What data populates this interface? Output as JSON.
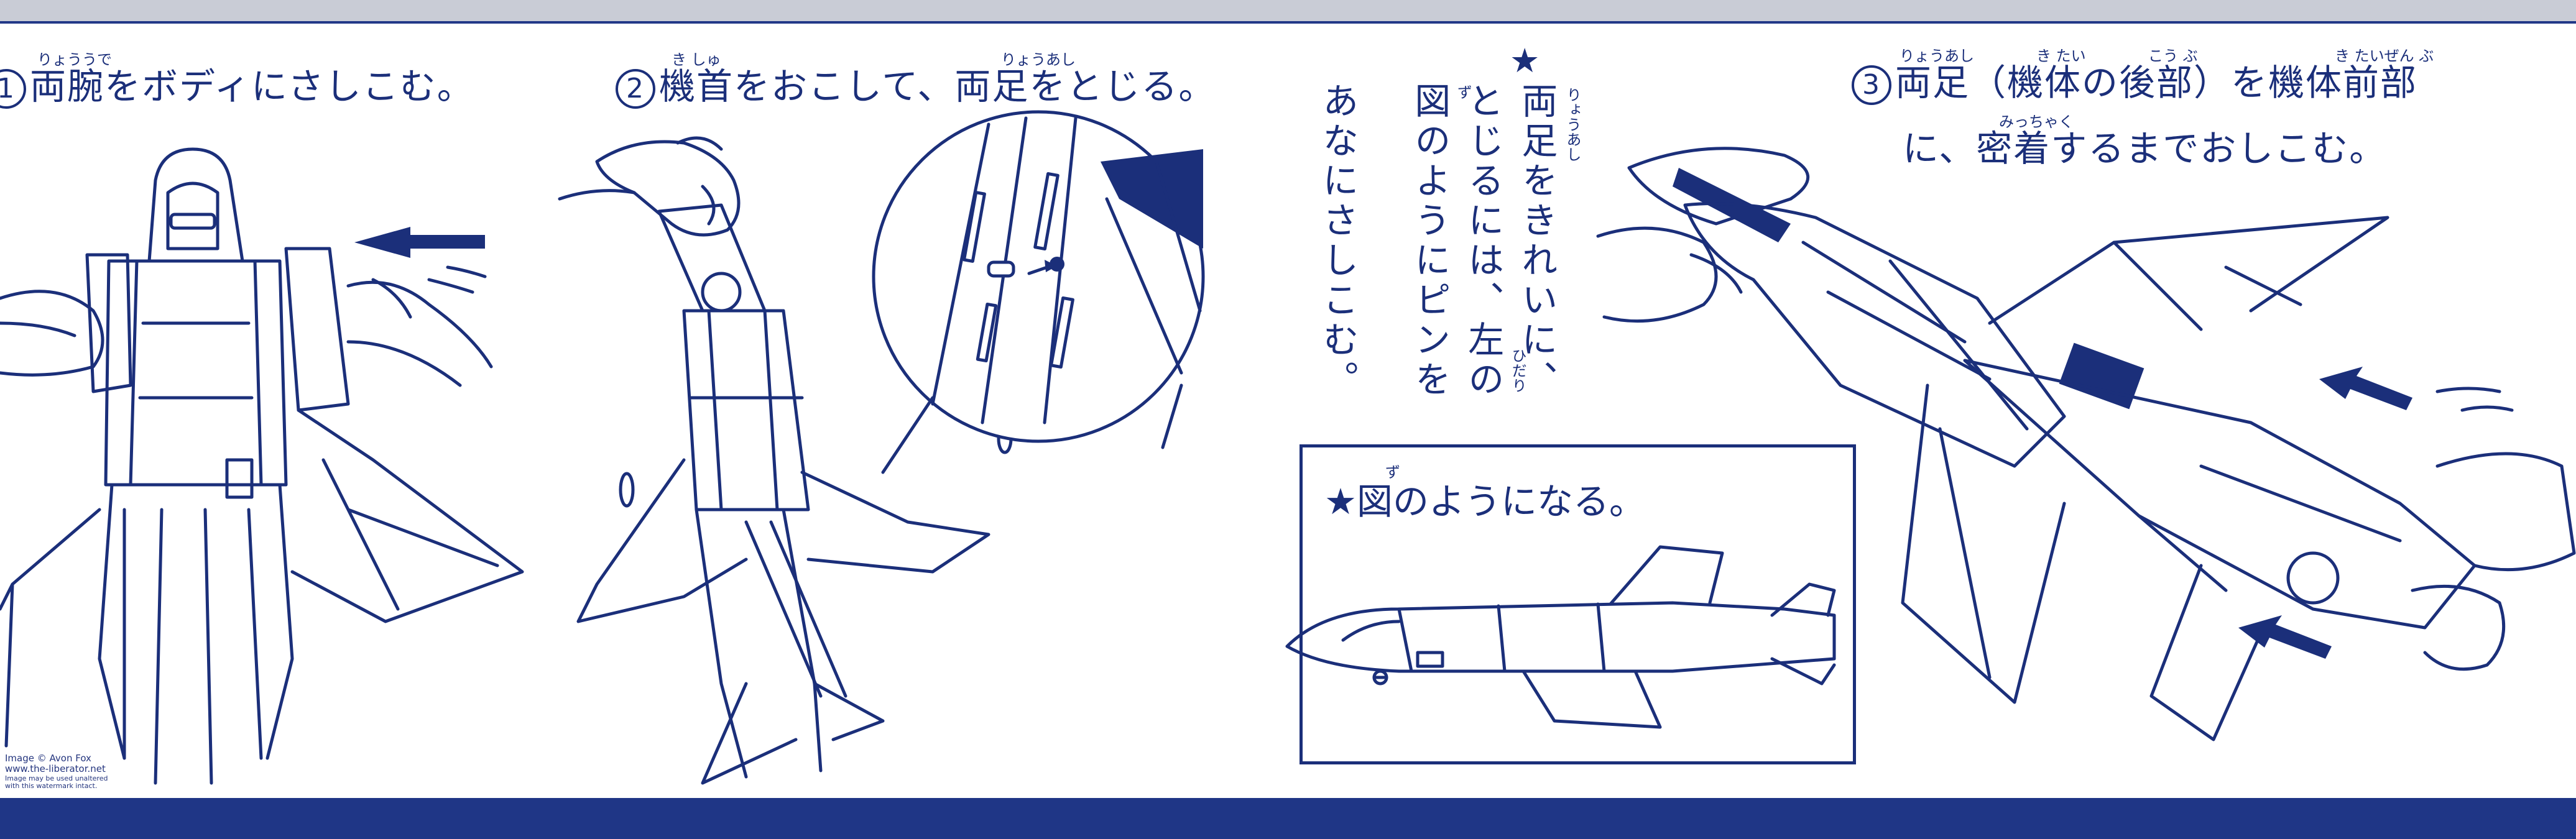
{
  "steps": [
    {
      "number": "1",
      "text": "両腕をボディにさしこむ。",
      "ruby": "りょううで"
    },
    {
      "number": "2",
      "text": "機首をおこして、両足をとじる。",
      "ruby1": "き しゅ",
      "ruby2": "りょうあし"
    },
    {
      "number": "3",
      "line1": "両足（機体の後部）を機体前部",
      "line2": "に、密着するまでおしこむ。",
      "ruby_a": "りょうあし",
      "ruby_b": "き たい",
      "ruby_c": "こう ぶ",
      "ruby_d": "き たいぜん ぶ",
      "ruby_e": "みっちゃく"
    }
  ],
  "note": {
    "star": "★",
    "col1": "両足をきれいに、",
    "col2": "とじるには、左の",
    "col3": "図のようにピンを",
    "col4": "あなにさしこむ。",
    "ruby_legs": "りょうあし",
    "ruby_left": "ひだり",
    "ruby_zu": "ず"
  },
  "result": {
    "star": "★",
    "text": "図のようになる。",
    "ruby": "ず"
  },
  "credit": {
    "line1": "Image © Avon Fox",
    "line2": "www.the-liberator.net",
    "line3": "Image may be used unaltered",
    "line4": "with this watermark intact."
  },
  "colors": {
    "ink": "#1b2f7a",
    "band": "#1f3686",
    "paper": "#ffffff"
  }
}
